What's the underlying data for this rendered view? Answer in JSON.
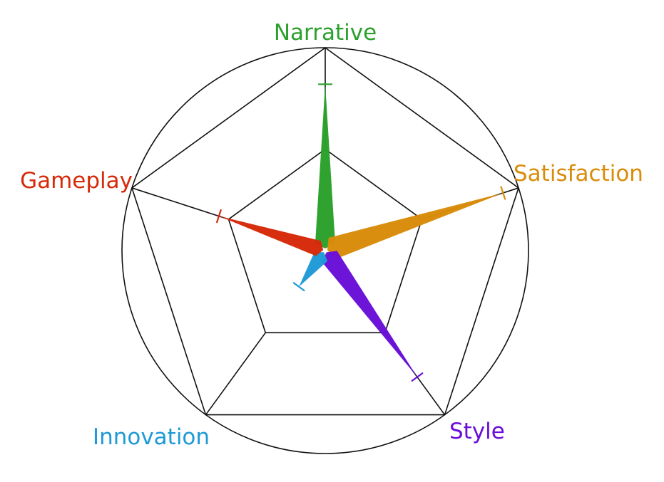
{
  "chart_data": {
    "type": "radar",
    "title": "",
    "axes": [
      "Narrative",
      "Satisfaction",
      "Style",
      "Innovation",
      "Gameplay"
    ],
    "colors": [
      "#2ca02c",
      "#d98c0a",
      "#6a0fd8",
      "#1f9ad6",
      "#d62a0a"
    ],
    "values": [
      0.82,
      0.92,
      0.77,
      0.22,
      0.55
    ],
    "rlim": [
      0,
      1
    ],
    "grid_rings": [
      0.5,
      1.0
    ],
    "outer_circle": true
  }
}
